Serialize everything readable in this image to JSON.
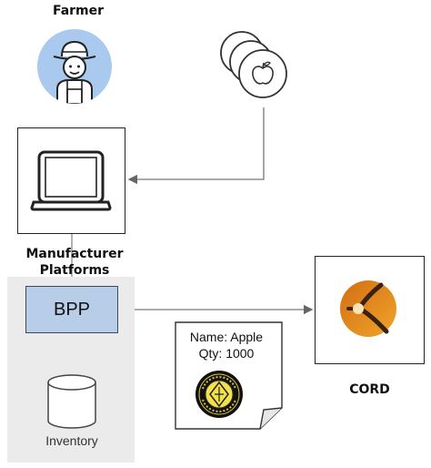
{
  "nodes": {
    "farmer": {
      "label": "Farmer"
    },
    "manufacturer": {
      "label_line1": "Manufacturer",
      "label_line2": "Platforms"
    },
    "bpp": {
      "label": "BPP"
    },
    "inventory": {
      "label": "Inventory"
    },
    "cord": {
      "label": "CORD"
    }
  },
  "document": {
    "line1": "Name: Apple",
    "line2": "Qty: 1000",
    "seal_icon": "government-seal-icon"
  },
  "icons": {
    "farmer": "farmer-avatar-icon",
    "laptop": "laptop-icon",
    "coins": "apple-coin-stack-icon",
    "database": "database-cylinder-icon",
    "cord_logo": "cord-logo-icon"
  },
  "colors": {
    "farmer_bg": "#a9c9ee",
    "bpp_fill": "#b8cde8",
    "panel_bg": "#ebebeb",
    "cord_orange": "#e8921e",
    "arrow": "#666666"
  }
}
